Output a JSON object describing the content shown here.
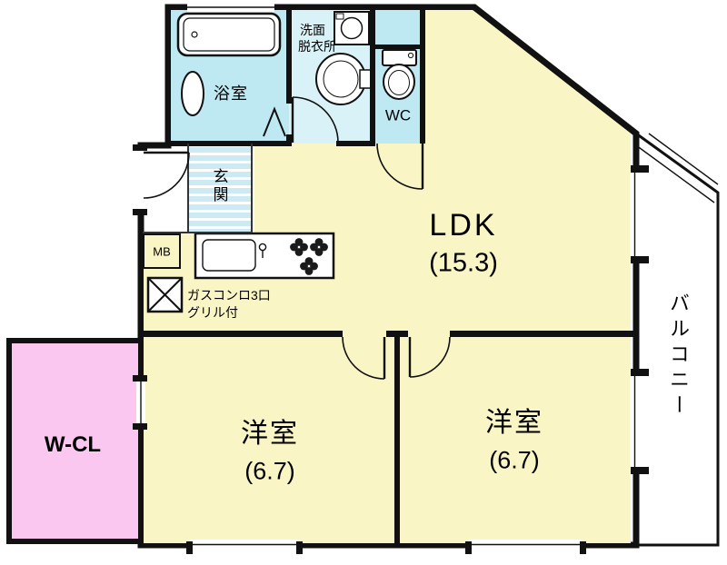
{
  "colors": {
    "wall": "#111111",
    "room_yellow": "#FAF5C5",
    "wet_cyan": "#BEE8F2",
    "washroom_cyan": "#D9F2F8",
    "genkan_blue": "#CDEAF4",
    "closet_pink": "#F9C7EF",
    "bg": "#FFFFFF"
  },
  "rooms": {
    "ldk": {
      "label": "LDK",
      "size": "(15.3)"
    },
    "bedroom_left": {
      "label": "洋室",
      "size": "(6.7)"
    },
    "bedroom_right": {
      "label": "洋室",
      "size": "(6.7)"
    },
    "walk_in_closet": {
      "label": "W-CL"
    },
    "bathroom": {
      "label": "浴室"
    },
    "washroom": {
      "label_line1": "洗面",
      "label_line2": "脱衣所"
    },
    "toilet": {
      "label": "WC"
    },
    "entrance": {
      "label": "玄関"
    },
    "balcony": {
      "label": "バルコニー"
    },
    "meter_box": {
      "label": "MB"
    }
  },
  "annotations": {
    "stove_line1": "ガスコンロ3口",
    "stove_line2": "グリル付"
  }
}
